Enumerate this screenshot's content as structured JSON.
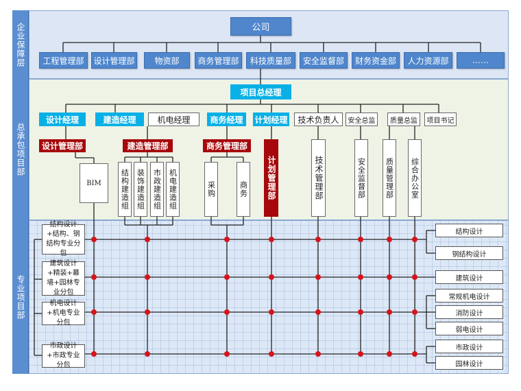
{
  "layers": {
    "enterprise": "企业保障层",
    "general": "总承包项目部",
    "professional": "专业项目部"
  },
  "company": "公司",
  "departments": [
    "工程管理部",
    "设计管理部",
    "物资部",
    "商务管理部",
    "科技质量部",
    "安全监督部",
    "财务资金部",
    "人力资源部",
    "……"
  ],
  "project_manager": "项目总经理",
  "managers": {
    "design": "设计经理",
    "construction": "建造经理",
    "mep": "机电经理",
    "commerce": "商务经理",
    "plan": "计划经理",
    "tech": "技术负责人",
    "safety": "安全总监",
    "quality": "质量总监",
    "secretary": "项目书记"
  },
  "departments_mid": {
    "design": "设计管理部",
    "construction": "建造管理部",
    "commerce": "商务管理部",
    "plan": "计划管理部",
    "tech": "技术管理部",
    "safety": "安全监督部",
    "quality": "质量管理部",
    "office": "综合办公室",
    "bim": "BIM"
  },
  "construction_groups": [
    "结构建造组",
    "装饰建造组",
    "市政建造组",
    "机电建造组"
  ],
  "commerce_groups": [
    "采购",
    "商务"
  ],
  "subcontracts": [
    "结构设计+结构、钢结构专业分包",
    "建筑设计+精装+幕墙+园林专业分包",
    "机电设计+机电专业分包",
    "市政设计+市政专业分包"
  ],
  "right_items": [
    "结构设计",
    "钢结构设计",
    "建筑设计",
    "常规机电设计",
    "消防设计",
    "弱电设计",
    "市政设计",
    "园林设计"
  ],
  "colors": {
    "sidebar": "#5b8ed0",
    "dept": "#4f86cc",
    "cyan": "#09b0e6",
    "red": "#a6080b",
    "node": "#d6141a"
  }
}
